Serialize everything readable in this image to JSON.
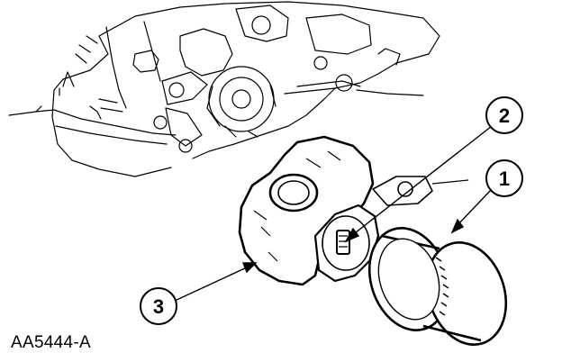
{
  "figure": {
    "id_label": "AA5444-A",
    "callouts": [
      {
        "number": "1"
      },
      {
        "number": "2"
      },
      {
        "number": "3"
      }
    ]
  }
}
